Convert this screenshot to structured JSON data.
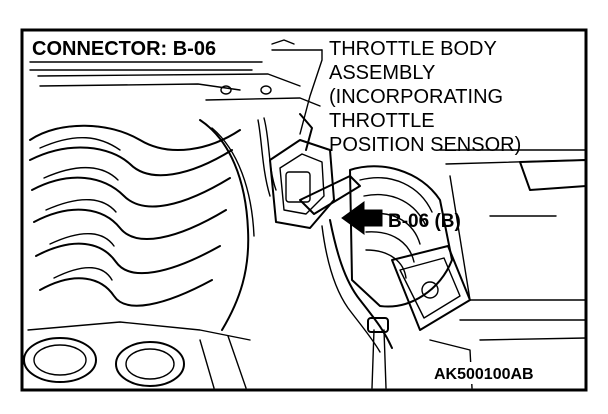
{
  "connector_title": "CONNECTOR: B-06",
  "component_label": {
    "line1": "THROTTLE BODY",
    "line2": "ASSEMBLY",
    "line3": "(INCORPORATING",
    "line4": "THROTTLE",
    "line5": "POSITION SENSOR)"
  },
  "callout_label": "B-06 (B)",
  "figure_code": "AK500100AB"
}
